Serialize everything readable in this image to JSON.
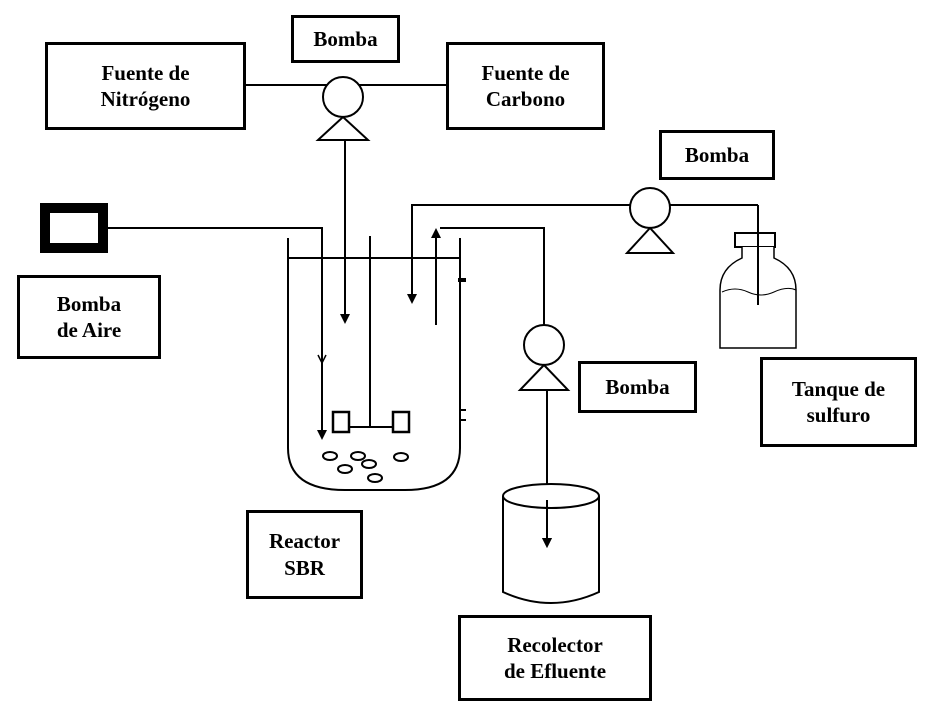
{
  "labels": {
    "pump_top": "Bomba",
    "nitrogen_source": "Fuente de\nNitrógeno",
    "carbon_source": "Fuente de\nCarbono",
    "pump_right": "Bomba",
    "air_pump": "Bomba\nde Aire",
    "pump_mid": "Bomba",
    "sulfide_tank": "Tanque de\nsulfuro",
    "reactor": "Reactor\nSBR",
    "effluent_collector": "Recolector\nde Efluente"
  },
  "colors": {
    "stroke": "#000000",
    "background": "#ffffff"
  }
}
